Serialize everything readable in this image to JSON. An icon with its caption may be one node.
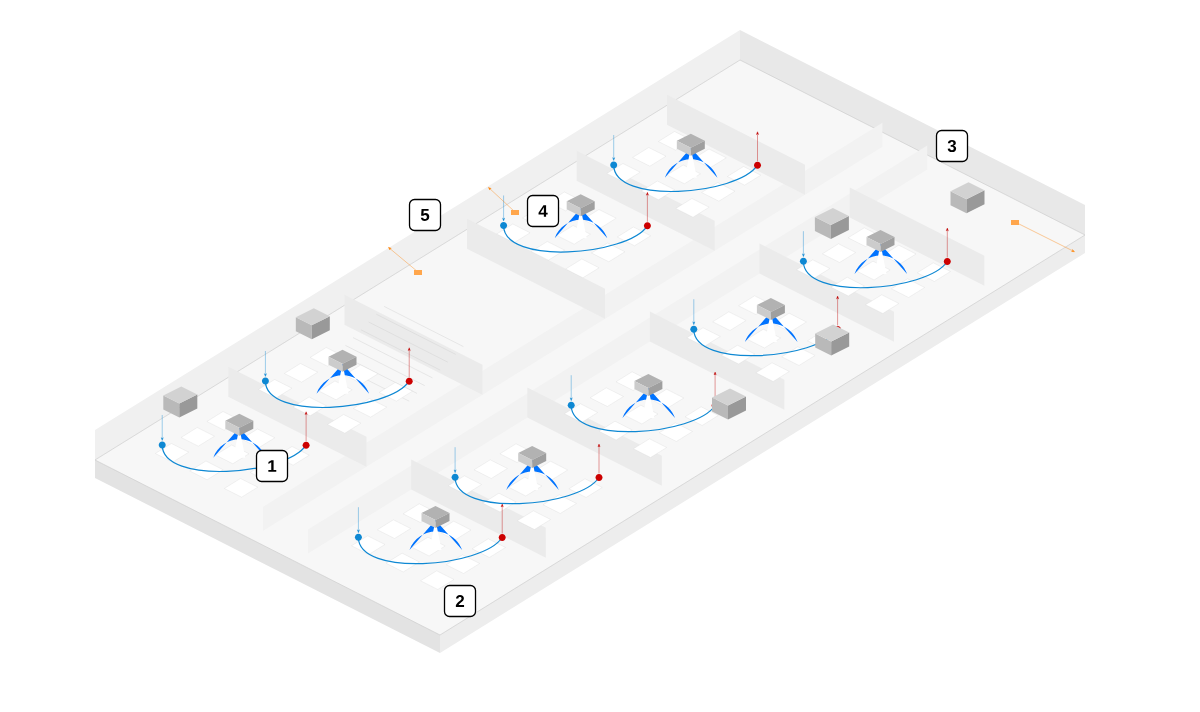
{
  "diagram": {
    "labels": [
      "3",
      "5",
      "4",
      "1",
      "2"
    ]
  }
}
